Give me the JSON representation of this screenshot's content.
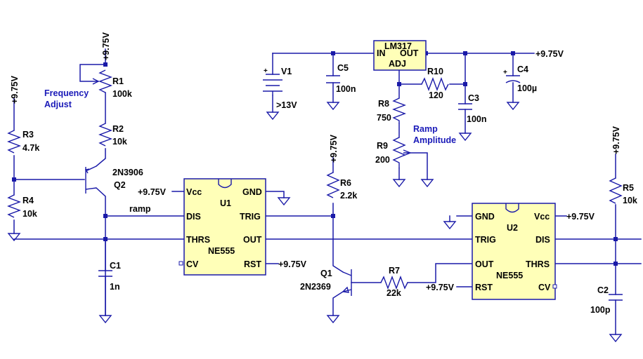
{
  "supply": {
    "v975": "+9.75V",
    "v13": ">13V"
  },
  "notes": {
    "frequency_l1": "Frequency",
    "frequency_l2": "Adjust",
    "ramp_l1": "Ramp",
    "ramp_l2": "Amplitude",
    "ramp_net": "ramp"
  },
  "components": {
    "R1": {
      "ref": "R1",
      "value": "100k"
    },
    "R2": {
      "ref": "R2",
      "value": "10k"
    },
    "R3": {
      "ref": "R3",
      "value": "4.7k"
    },
    "R4": {
      "ref": "R4",
      "value": "10k"
    },
    "R5": {
      "ref": "R5",
      "value": "10k"
    },
    "R6": {
      "ref": "R6",
      "value": "2.2k"
    },
    "R7": {
      "ref": "R7",
      "value": "22k"
    },
    "R8": {
      "ref": "R8",
      "value": "750"
    },
    "R9": {
      "ref": "R9",
      "value": "200"
    },
    "R10": {
      "ref": "R10",
      "value": "120"
    },
    "C1": {
      "ref": "C1",
      "value": "1n"
    },
    "C2": {
      "ref": "C2",
      "value": "100p"
    },
    "C3": {
      "ref": "C3",
      "value": "100n"
    },
    "C4": {
      "ref": "C4",
      "value": "100µ"
    },
    "C5": {
      "ref": "C5",
      "value": "100n"
    },
    "Q1": {
      "ref": "Q1",
      "value": "2N2369"
    },
    "Q2": {
      "ref": "Q2",
      "value": "2N3906"
    },
    "V1": {
      "ref": "V1"
    },
    "VR": {
      "name": "LM317",
      "in": "IN",
      "out": "OUT",
      "adj": "ADJ"
    },
    "U1": {
      "ref": "U1",
      "part": "NE555",
      "vcc": "Vcc",
      "gnd": "GND",
      "dis": "DIS",
      "trig": "TRIG",
      "thrs": "THRS",
      "out": "OUT",
      "cv": "CV",
      "rst": "RST"
    },
    "U2": {
      "ref": "U2",
      "part": "NE555",
      "gnd": "GND",
      "vcc": "Vcc",
      "trig": "TRIG",
      "dis": "DIS",
      "out": "OUT",
      "thrs": "THRS",
      "rst": "RST",
      "cv": "CV"
    }
  }
}
